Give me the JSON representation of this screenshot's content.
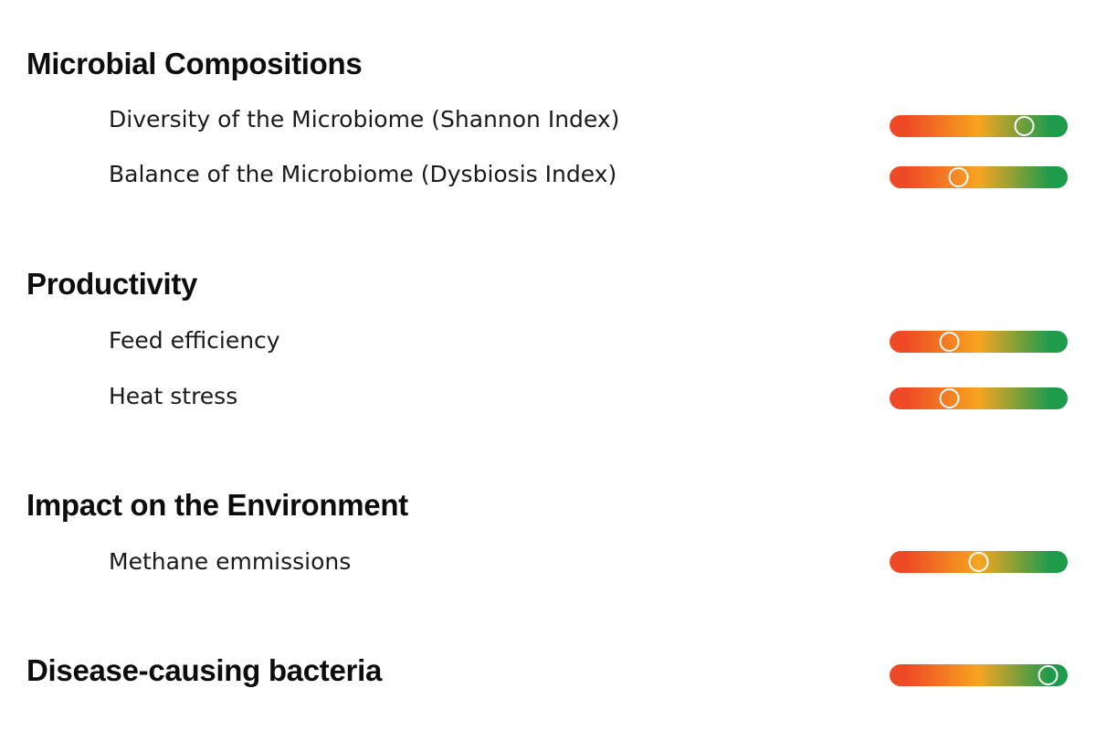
{
  "gauge": {
    "colors": {
      "low": "#ef4a26",
      "mid": "#f7a521",
      "high": "#1e9b4b",
      "knob": "#ffffff"
    },
    "scale": [
      0,
      1
    ]
  },
  "sections": [
    {
      "title": "Microbial Compositions",
      "metrics": [
        {
          "label": "Diversity of the Microbiome (Shannon Index)",
          "value": 0.76
        },
        {
          "label": "Balance of the Microbiome (Dysbiosis Index)",
          "value": 0.39
        }
      ]
    },
    {
      "title": "Productivity",
      "metrics": [
        {
          "label": "Feed efficiency",
          "value": 0.34
        },
        {
          "label": "Heat stress",
          "value": 0.34
        }
      ]
    },
    {
      "title": "Impact on  the Environment",
      "metrics": [
        {
          "label": "Methane emmissions",
          "value": 0.5
        }
      ]
    },
    {
      "title": "Disease-causing bacteria",
      "value": 0.89,
      "metrics": []
    }
  ]
}
